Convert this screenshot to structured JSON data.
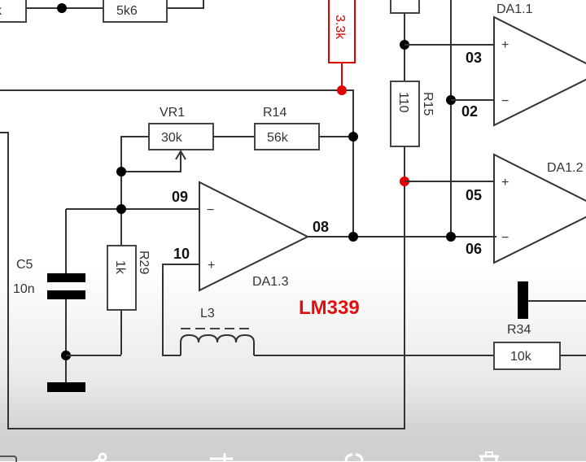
{
  "diagram": {
    "type": "electronic-schematic",
    "chip": "LM339",
    "components": {
      "r_top_left": {
        "value": "5k6"
      },
      "r_top_partial": {
        "value": "k"
      },
      "r_red": {
        "value": "3.3k"
      },
      "vr1": {
        "ref": "VR1",
        "value": "30k"
      },
      "r14": {
        "ref": "R14",
        "value": "56k"
      },
      "r15": {
        "ref": "R15",
        "value": "110"
      },
      "r29": {
        "ref": "R29",
        "value": "1k"
      },
      "c5": {
        "ref": "C5",
        "value": "10n"
      },
      "l3": {
        "ref": "L3"
      },
      "r34": {
        "ref": "R34",
        "value": "10k"
      }
    },
    "opamps": [
      {
        "ref": "DA1.1",
        "plus_pin": "03",
        "minus_pin": "02"
      },
      {
        "ref": "DA1.2",
        "plus_pin": "05",
        "minus_pin": "06"
      },
      {
        "ref": "DA1.3",
        "plus_pin": "10",
        "minus_pin": "09",
        "out_pin": "08"
      }
    ],
    "signs": {
      "plus": "+",
      "minus": "−"
    }
  },
  "toolbar": {
    "icons": [
      "crop-icon",
      "edit-icon",
      "adjust-icon",
      "lens-icon",
      "delete-icon"
    ]
  },
  "colors": {
    "highlight": "#e00000",
    "wire": "#333333"
  }
}
